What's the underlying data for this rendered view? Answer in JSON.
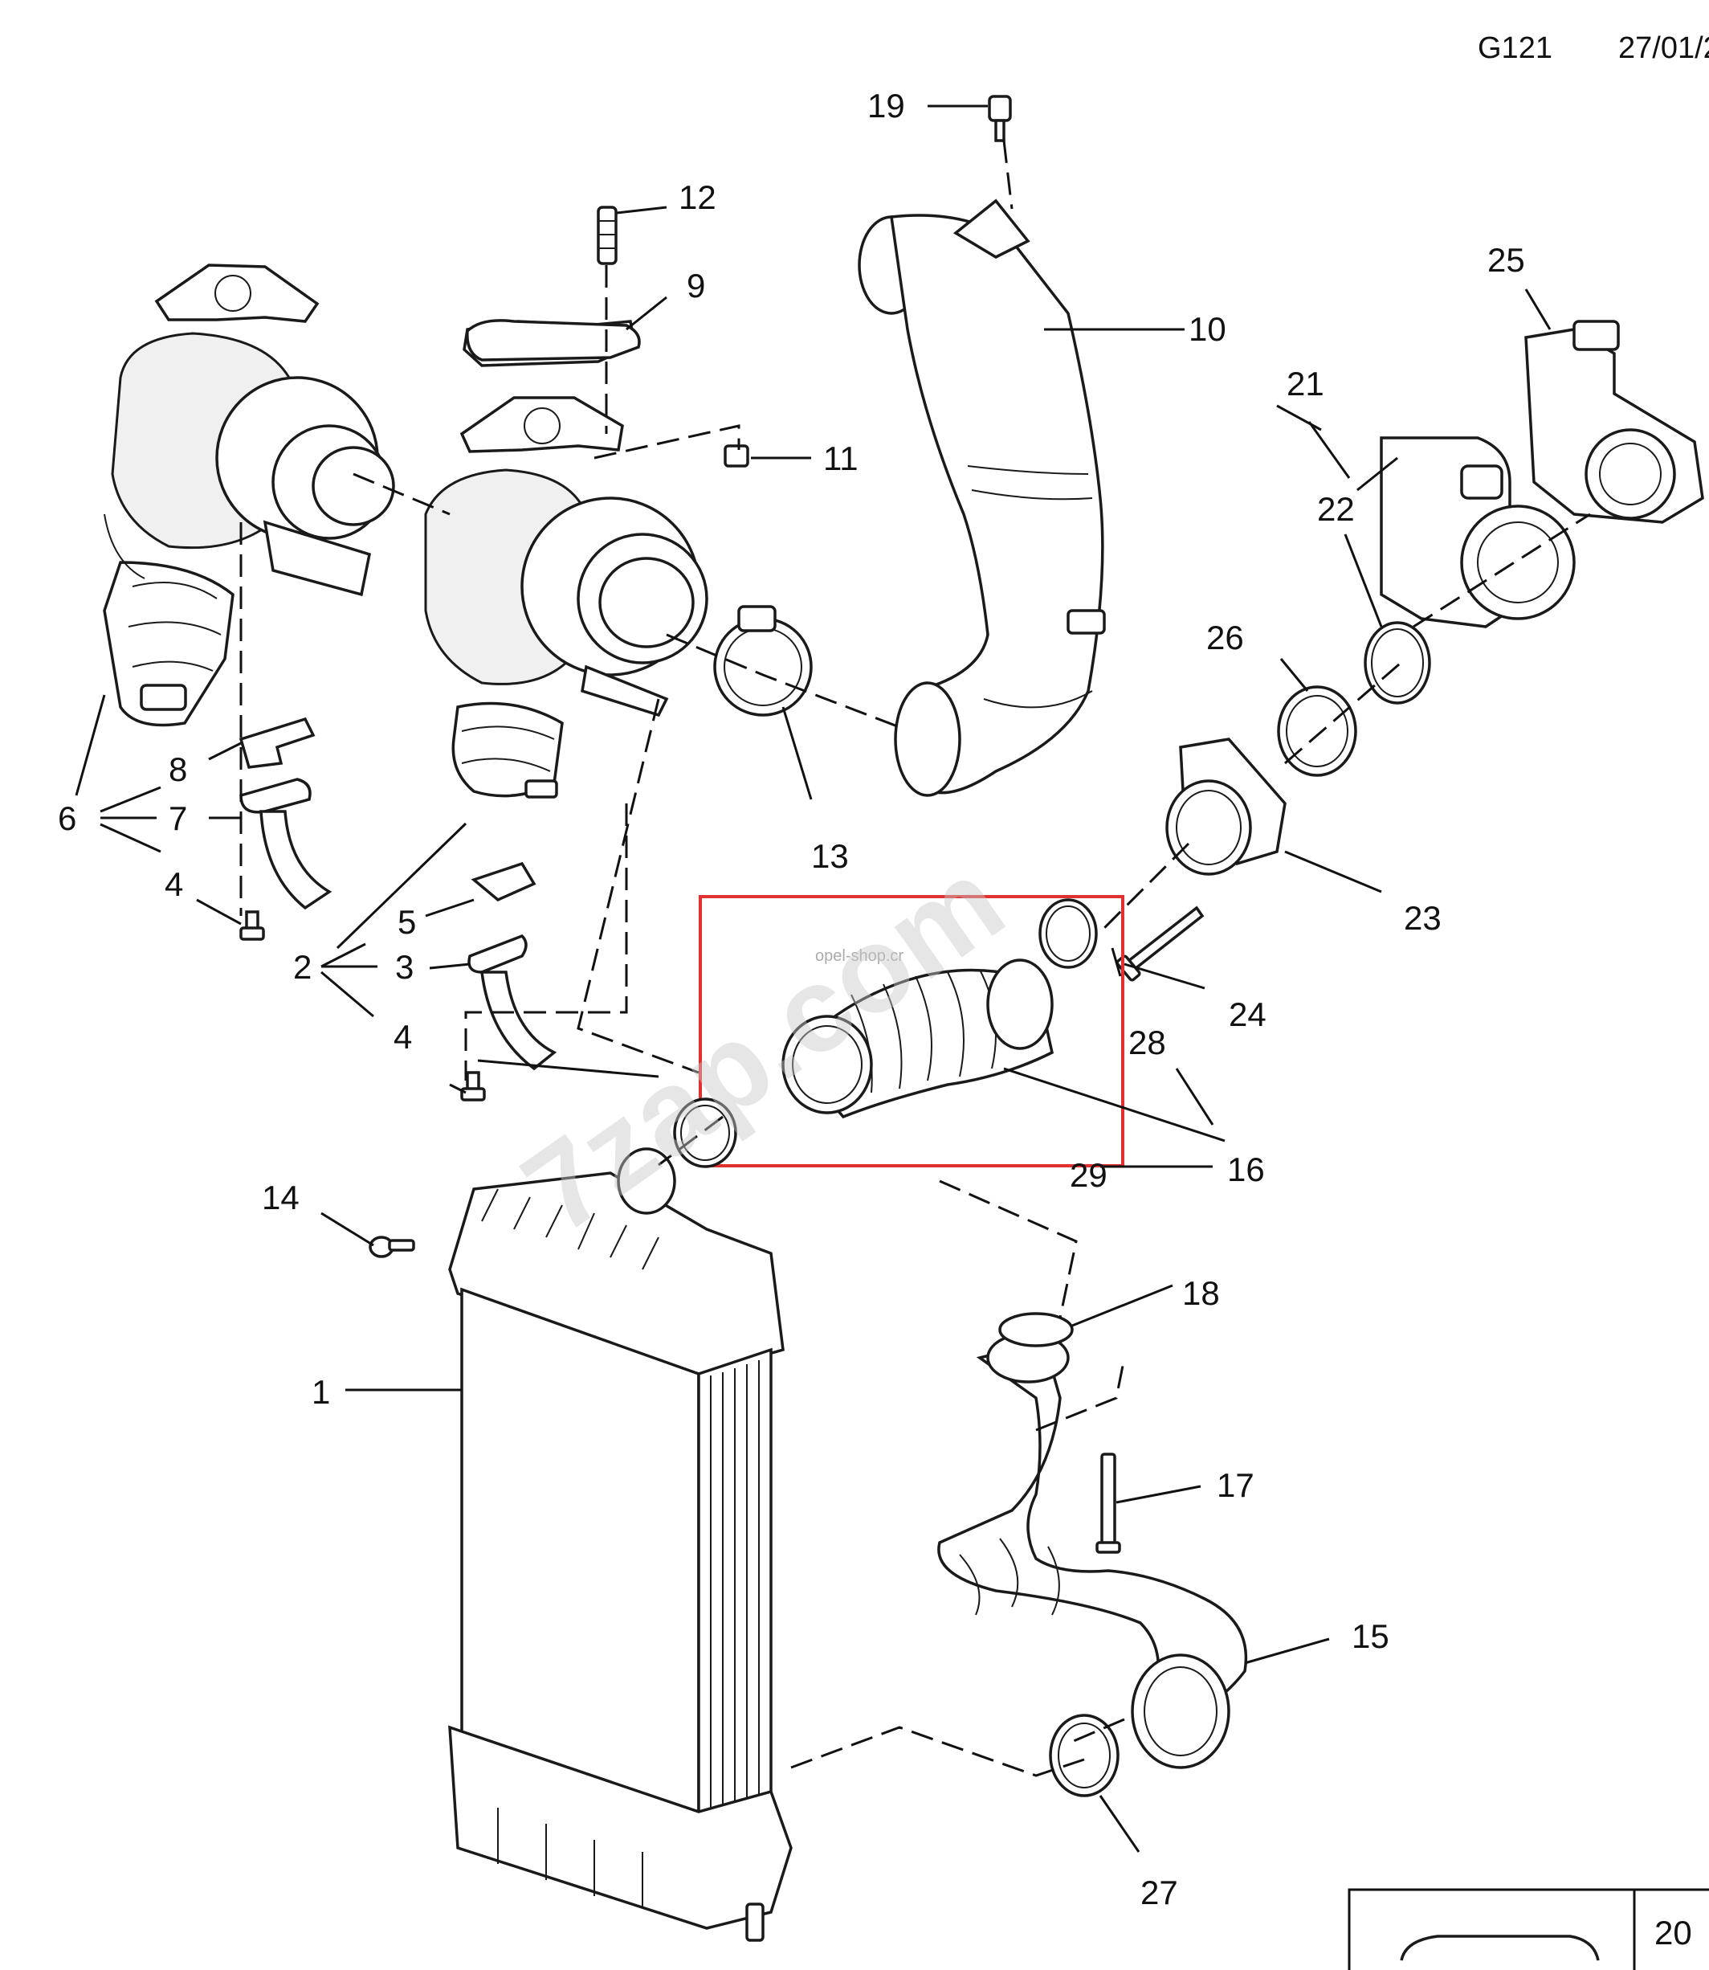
{
  "header": {
    "code": "G121",
    "date": "27/01/2"
  },
  "page_number": "20",
  "watermarks": {
    "small": "opel-shop.cr",
    "large": "7zap.com"
  },
  "highlight_color": "#e03030",
  "callouts": {
    "c1": "1",
    "c2": "2",
    "c3": "3",
    "c4a": "4",
    "c4b": "4",
    "c5": "5",
    "c6": "6",
    "c7": "7",
    "c8": "8",
    "c9": "9",
    "c10": "10",
    "c11": "11",
    "c12": "12",
    "c13": "13",
    "c14": "14",
    "c15": "15",
    "c16": "16",
    "c17": "17",
    "c18": "18",
    "c19": "19",
    "c21": "21",
    "c22": "22",
    "c23": "23",
    "c24": "24",
    "c25": "25",
    "c26": "26",
    "c27": "27",
    "c28": "28",
    "c29": "29"
  }
}
